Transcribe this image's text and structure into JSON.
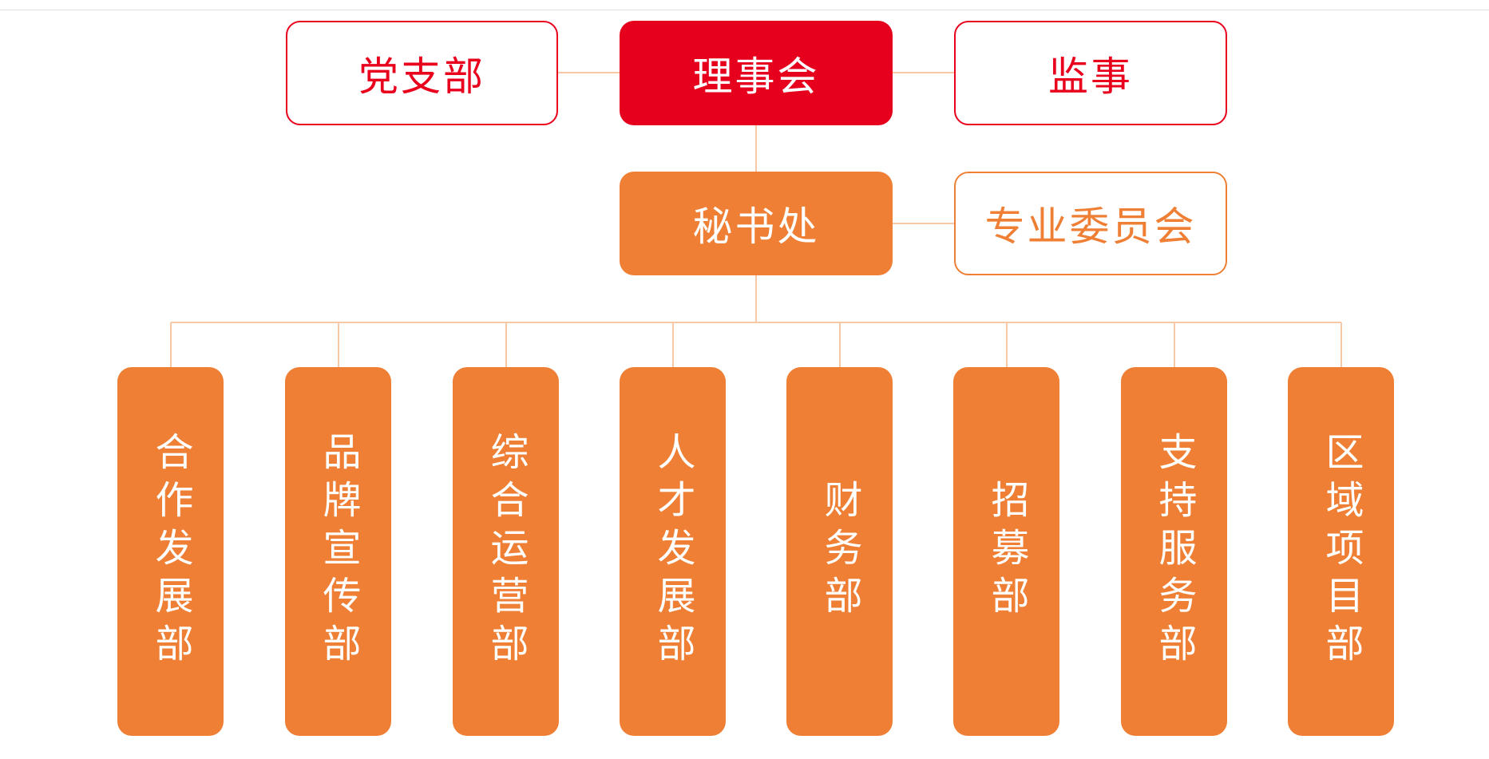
{
  "colors": {
    "red": "#e6001e",
    "orange": "#ee7f34",
    "connector": "#f6c8a6"
  },
  "top_row": {
    "party_branch": "党支部",
    "council": "理事会",
    "supervisor": "监事"
  },
  "middle_row": {
    "secretariat": "秘书处",
    "committee": "专业委员会"
  },
  "departments": [
    "合作发展部",
    "品牌宣传部",
    "综合运营部",
    "人才发展部",
    "财务部",
    "招募部",
    "支持服务部",
    "区域项目部"
  ]
}
